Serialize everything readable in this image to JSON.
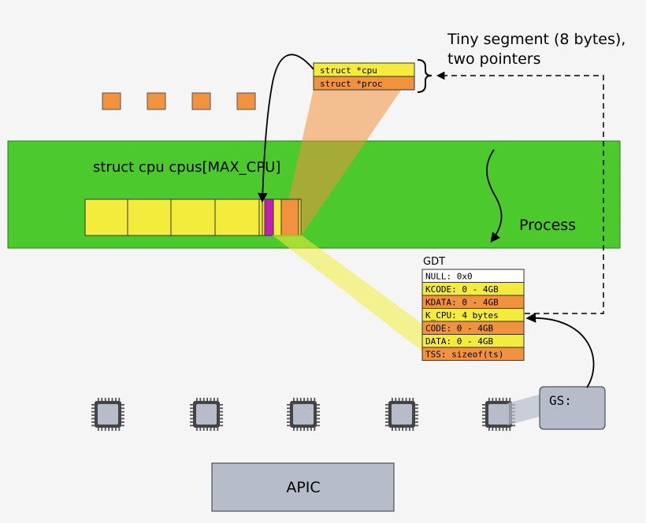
{
  "colors": {
    "green": "#4cc92c",
    "yellow": "#f3ec3c",
    "orange": "#f0923e",
    "magenta": "#c020b0",
    "gray": "#b7bccb",
    "white": "#ffffff"
  },
  "segment": {
    "fields": [
      "struct *cpu",
      "struct *proc"
    ],
    "caption_line1": "Tiny segment (8 bytes),",
    "caption_line2": "two pointers"
  },
  "process_area": {
    "array_label": "struct cpu cpus[MAX_CPU]",
    "process_label": "Process"
  },
  "gdt": {
    "title": "GDT",
    "entries": [
      {
        "text": "NULL: 0x0",
        "color": "#ffffff"
      },
      {
        "text": "KCODE: 0 - 4GB",
        "color": "#f3ec3c"
      },
      {
        "text": "KDATA: 0 - 4GB",
        "color": "#f0923e"
      },
      {
        "text": "K_CPU: 4 bytes",
        "color": "#f3ec3c"
      },
      {
        "text": "CODE: 0 - 4GB",
        "color": "#f0923e"
      },
      {
        "text": "DATA: 0 - 4GB",
        "color": "#f3ec3c"
      },
      {
        "text": "TSS: sizeof(ts)",
        "color": "#f0923e"
      }
    ]
  },
  "gs_label": "GS:",
  "apic_label": "APIC",
  "cpu_count": 5,
  "icons": {
    "cpu_chip": "cpu-chip-icon",
    "small_box": "orange-square-icon"
  }
}
